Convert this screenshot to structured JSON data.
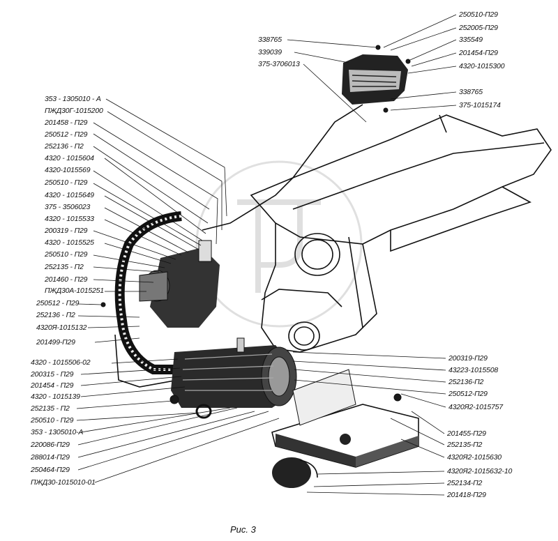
{
  "figure": {
    "caption": "Рис. 3",
    "watermark": "logo-watermark"
  },
  "labels_left": [
    "353 - 1305010 - А",
    "ПЖД30Г-1015200",
    "201458 - П29",
    "250512 - П29",
    "252136 - П2",
    "4320 - 1015604",
    "4320-1015569",
    "250510 - П29",
    "4320 - 1015649",
    "375 - 3506023",
    "4320 - 1015533",
    "200319 - П29",
    "4320 - 1015525",
    "250510 - П29",
    "252135 - П2",
    "201460 - П29",
    "ПЖД30А-1015251",
    "250512 - П29",
    "252136 - П2",
    "4320Я-1015132",
    "201499-П29",
    "4320 - 1015506-02",
    "200315 - П29",
    "201454 - П29",
    "4320 - 1015139",
    "252135 - П2",
    "250510 - П29",
    "353 - 1305010-А",
    "220086-П29",
    "288014-П29",
    "250464-П29",
    "ПЖД30-1015010-01"
  ],
  "labels_top": [
    "250510-П29",
    "252005-П29",
    "335549",
    "201454-П29",
    "4320-1015300",
    "338765",
    "339039",
    "375-3706013",
    "338765",
    "375-1015174"
  ],
  "labels_right": [
    "200319-П29",
    "43223-1015508",
    "252136-П2",
    "250512-П29",
    "4320Я2-1015757",
    "201455-П29",
    "252135-П2",
    "4320Я2-1015630",
    "4320Я2-10156З2-10",
    "252134-П2",
    "201418-П29"
  ]
}
